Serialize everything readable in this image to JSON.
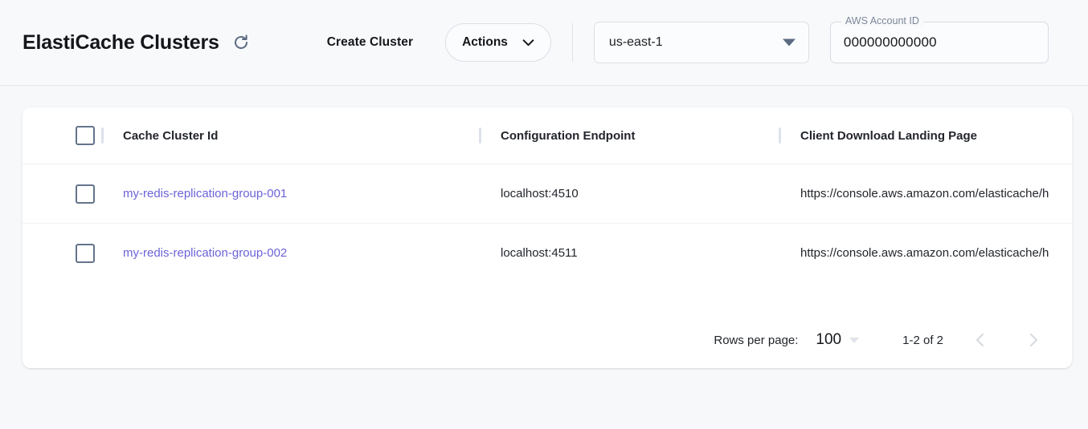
{
  "header": {
    "title": "ElastiCache Clusters",
    "refresh_icon": "refresh-icon",
    "create_label": "Create Cluster",
    "actions_label": "Actions",
    "actions_caret_icon": "chevron-down-icon",
    "region": {
      "value": "us-east-1",
      "caret_icon": "caret-down-icon"
    },
    "account": {
      "label": "AWS Account ID",
      "value": "000000000000"
    }
  },
  "table": {
    "columns": [
      "Cache Cluster Id",
      "Configuration Endpoint",
      "Client Download Landing Page"
    ],
    "rows": [
      {
        "cluster_id": "my-redis-replication-group-001",
        "endpoint": "localhost:4510",
        "landing_page": "https://console.aws.amazon.com/elasticache/h"
      },
      {
        "cluster_id": "my-redis-replication-group-002",
        "endpoint": "localhost:4511",
        "landing_page": "https://console.aws.amazon.com/elasticache/h"
      }
    ]
  },
  "footer": {
    "rows_per_page_label": "Rows per page:",
    "rows_per_page_value": "100",
    "range_label": "1-2 of 2",
    "prev_icon": "chevron-left-icon",
    "next_icon": "chevron-right-icon"
  },
  "colors": {
    "link": "#6c63d8",
    "page_bg": "#f7f8fa",
    "card_bg": "#ffffff",
    "checkbox_border": "#64748b"
  }
}
